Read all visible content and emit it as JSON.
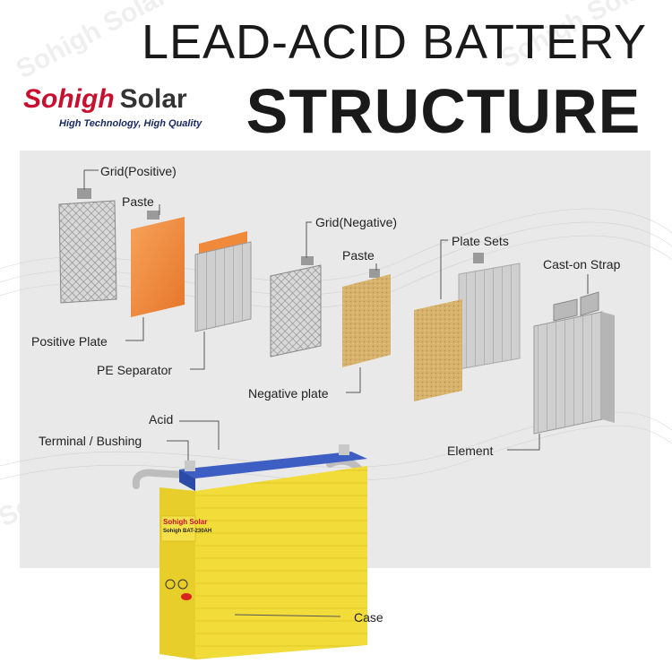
{
  "title": {
    "line1": "LEAD-ACID BATTERY",
    "line2": "STRUCTURE"
  },
  "brand": {
    "name_red": "Sohigh",
    "name_dark": "Solar",
    "tagline": "High Technology, High Quality"
  },
  "watermark": "Sohigh Solar",
  "labels": {
    "grid_positive": "Grid(Positive)",
    "paste_1": "Paste",
    "positive_plate": "Positive Plate",
    "pe_separator": "PE Separator",
    "grid_negative": "Grid(Negative)",
    "paste_2": "Paste",
    "negative_plate": "Negative plate",
    "plate_sets": "Plate Sets",
    "cast_on_strap": "Cast-on Strap",
    "element": "Element",
    "acid": "Acid",
    "terminal_bushing": "Terminal / Bushing",
    "case": "Case"
  },
  "battery_label": {
    "brand": "Sohigh Solar",
    "model": "Sohigh BAT-230AH"
  },
  "colors": {
    "panel": "#e9e9e9",
    "paste_positive": "#f28a3a",
    "paste_negative": "#d4b06a",
    "plate_gray": "#c9c9c9",
    "case_yellow": "#f2dc3a",
    "lid_blue": "#3d5fc4",
    "brand_red": "#c8102e"
  }
}
